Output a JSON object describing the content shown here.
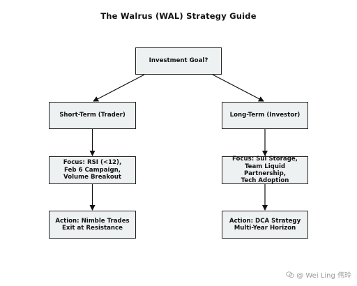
{
  "title": "The Walrus (WAL) Strategy Guide",
  "nodes": {
    "root": "Investment Goal?",
    "short_term": "Short-Term (Trader)",
    "long_term": "Long-Term (Investor)",
    "short_focus": "Focus: RSI (<12),\nFeb 6 Campaign,\nVolume Breakout",
    "long_focus": "Focus: Sui Storage,\nTeam Liquid Partnership,\nTech Adoption",
    "short_action": "Action: Nimble Trades\nExit at Resistance",
    "long_action": "Action: DCA Strategy\nMulti-Year Horizon"
  },
  "watermark": {
    "icon": "wechat-icon",
    "text": "@ Wei Ling 伟玲"
  },
  "colors": {
    "node_fill": "#eef1f2",
    "node_border": "#222222",
    "edge": "#111111"
  }
}
